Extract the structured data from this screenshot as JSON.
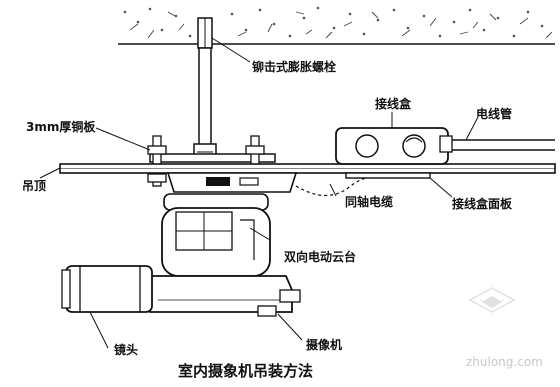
{
  "labels": {
    "expansion_bolt": "铆击式膨胀螺栓",
    "copper_plate": "3mm厚铜板",
    "junction_box": "接线盒",
    "conduit": "电线管",
    "suspended_ceiling": "吊顶",
    "coax_cable": "同轴电缆",
    "junction_box_panel": "接线盒面板",
    "pan_tilt": "双向电动云台",
    "lens": "镜头",
    "camera": "摄像机"
  },
  "caption": "室内摄象机吊装方法",
  "watermark": {
    "text": "zhulong.com"
  },
  "colors": {
    "line": "#111111",
    "fill": "#ffffff",
    "hatch": "#444444",
    "watermark": "#c8c8c8"
  }
}
